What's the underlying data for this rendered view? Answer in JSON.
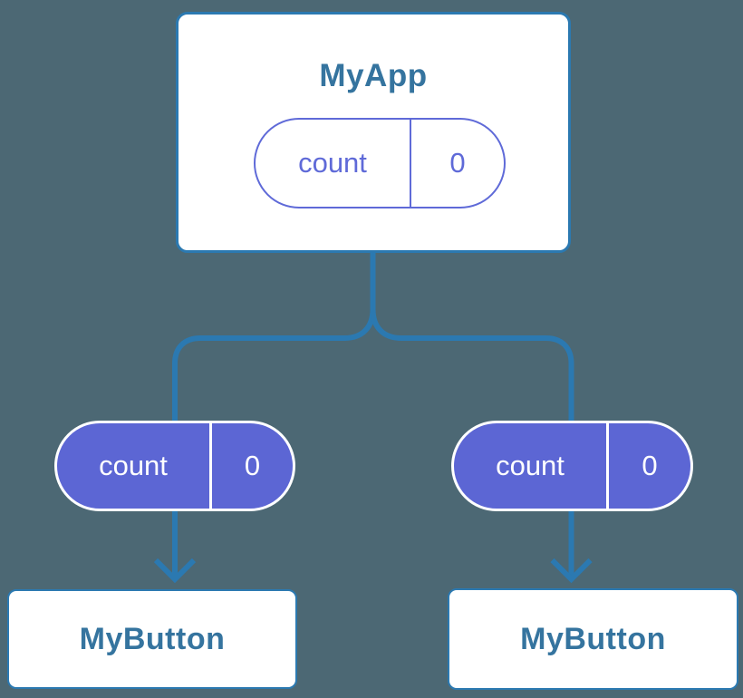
{
  "diagram": {
    "description": "Component tree showing shared state lifted to parent",
    "colors": {
      "background": "#4c6874",
      "connector": "#2b79b1",
      "card_border": "#2b79b1",
      "card_background": "#ffffff",
      "heading_text": "#35749f",
      "pill_fill": "#5c66d4",
      "pill_outline": "#5f6ad8"
    },
    "root_card": {
      "title": "MyApp",
      "state_pill": {
        "label": "count",
        "value": "0"
      }
    },
    "left_branch": {
      "prop_pill": {
        "label": "count",
        "value": "0"
      },
      "card": {
        "title": "MyButton"
      }
    },
    "right_branch": {
      "prop_pill": {
        "label": "count",
        "value": "0"
      },
      "card": {
        "title": "MyButton"
      }
    }
  }
}
